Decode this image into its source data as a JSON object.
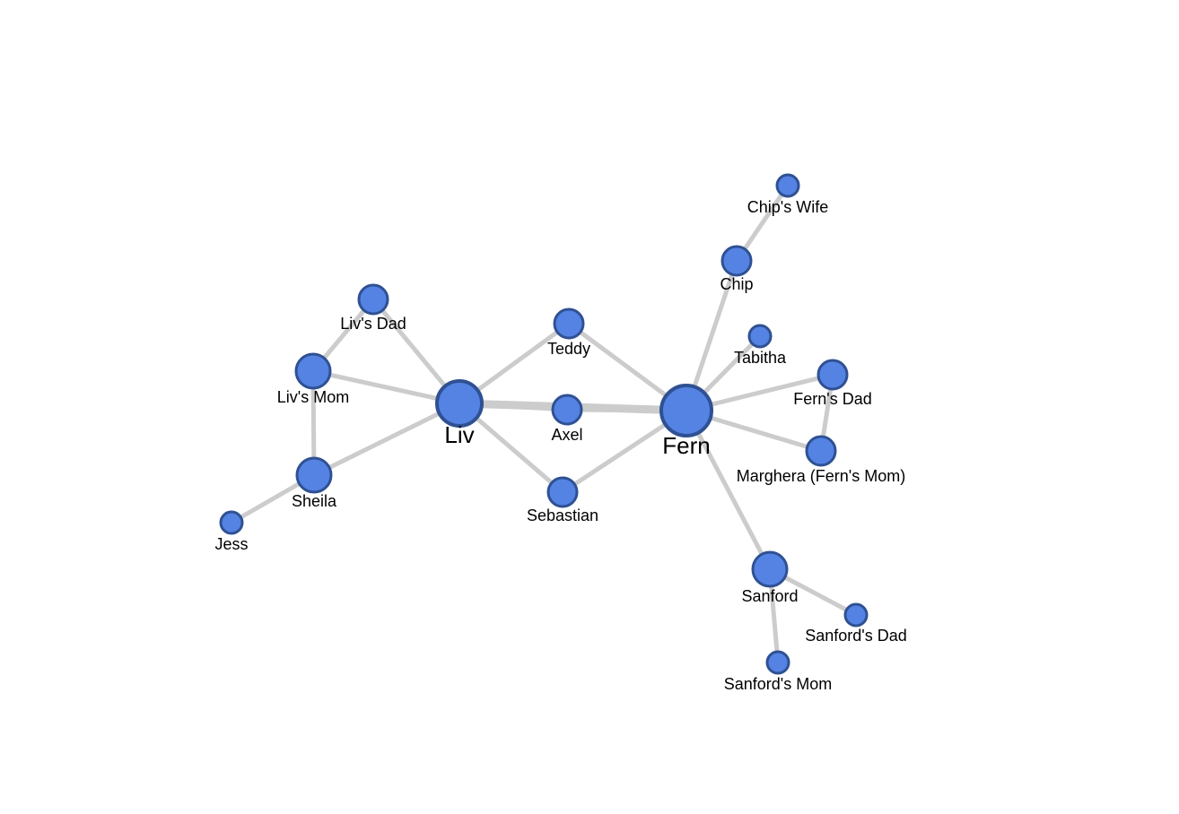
{
  "colors": {
    "node_fill": "#5583e3",
    "node_stroke": "#2f5193",
    "edge": "#cccccc"
  },
  "nodes": [
    {
      "id": "liv",
      "label": "Liv"
    },
    {
      "id": "fern",
      "label": "Fern"
    },
    {
      "id": "axel",
      "label": "Axel"
    },
    {
      "id": "teddy",
      "label": "Teddy"
    },
    {
      "id": "sebastian",
      "label": "Sebastian"
    },
    {
      "id": "livsdad",
      "label": "Liv's Dad"
    },
    {
      "id": "livsmom",
      "label": "Liv's Mom"
    },
    {
      "id": "sheila",
      "label": "Sheila"
    },
    {
      "id": "jess",
      "label": "Jess"
    },
    {
      "id": "chip",
      "label": "Chip"
    },
    {
      "id": "chipswife",
      "label": "Chip's Wife"
    },
    {
      "id": "tabitha",
      "label": "Tabitha"
    },
    {
      "id": "fernsdad",
      "label": "Fern's Dad"
    },
    {
      "id": "marghera",
      "label": "Marghera (Fern's Mom)"
    },
    {
      "id": "sanford",
      "label": "Sanford"
    },
    {
      "id": "sanfordsdad",
      "label": "Sanford's Dad"
    },
    {
      "id": "sanfordsmom",
      "label": "Sanford's Mom"
    }
  ],
  "edges": [
    {
      "source": "liv",
      "target": "fern",
      "weight": 3
    },
    {
      "source": "liv",
      "target": "livsdad",
      "weight": 1
    },
    {
      "source": "liv",
      "target": "livsmom",
      "weight": 1
    },
    {
      "source": "liv",
      "target": "sheila",
      "weight": 1
    },
    {
      "source": "liv",
      "target": "teddy",
      "weight": 1
    },
    {
      "source": "liv",
      "target": "sebastian",
      "weight": 1
    },
    {
      "source": "liv",
      "target": "axel",
      "weight": 1
    },
    {
      "source": "livsdad",
      "target": "livsmom",
      "weight": 1
    },
    {
      "source": "livsmom",
      "target": "sheila",
      "weight": 1
    },
    {
      "source": "sheila",
      "target": "jess",
      "weight": 1
    },
    {
      "source": "teddy",
      "target": "fern",
      "weight": 1
    },
    {
      "source": "axel",
      "target": "fern",
      "weight": 1
    },
    {
      "source": "sebastian",
      "target": "fern",
      "weight": 1
    },
    {
      "source": "fern",
      "target": "chip",
      "weight": 1
    },
    {
      "source": "chip",
      "target": "chipswife",
      "weight": 1
    },
    {
      "source": "fern",
      "target": "tabitha",
      "weight": 1
    },
    {
      "source": "fern",
      "target": "fernsdad",
      "weight": 1
    },
    {
      "source": "fern",
      "target": "marghera",
      "weight": 1
    },
    {
      "source": "fernsdad",
      "target": "marghera",
      "weight": 1
    },
    {
      "source": "fern",
      "target": "sanford",
      "weight": 1
    },
    {
      "source": "sanford",
      "target": "sanfordsdad",
      "weight": 1
    },
    {
      "source": "sanford",
      "target": "sanfordsmom",
      "weight": 1
    }
  ]
}
